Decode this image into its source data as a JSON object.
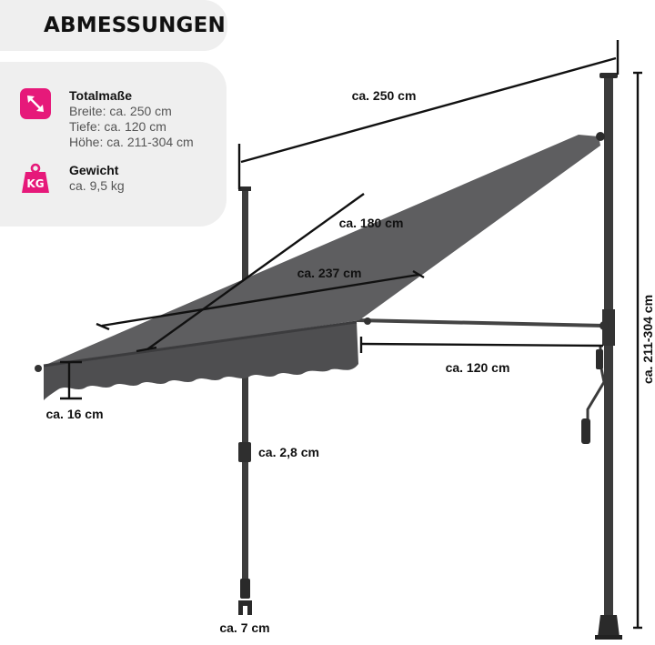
{
  "title": "ABMESSUNGEN",
  "info": {
    "total": {
      "icon": "diagonal-arrow-icon",
      "heading": "Totalmaße",
      "width": "Breite: ca. 250 cm",
      "depth": "Tiefe: ca. 120 cm",
      "height": "Höhe: ca. 211-304 cm"
    },
    "weight": {
      "icon": "weight-kg-icon",
      "icon_text": "KG",
      "heading": "Gewicht",
      "value": "ca. 9,5 kg"
    }
  },
  "dimensions": {
    "width": "ca. 250 cm",
    "diagonal_1": "ca. 180 cm",
    "diagonal_2": "ca. 237 cm",
    "depth": "ca. 120 cm",
    "valance": "ca. 16 cm",
    "pole_diameter": "ca. 2,8 cm",
    "foot": "ca. 7 cm",
    "height": "ca. 211-304 cm"
  },
  "colors": {
    "accent": "#e6197a",
    "fabric": "#5e5e60",
    "frame": "#3a3a3a",
    "panel": "#efefef"
  }
}
